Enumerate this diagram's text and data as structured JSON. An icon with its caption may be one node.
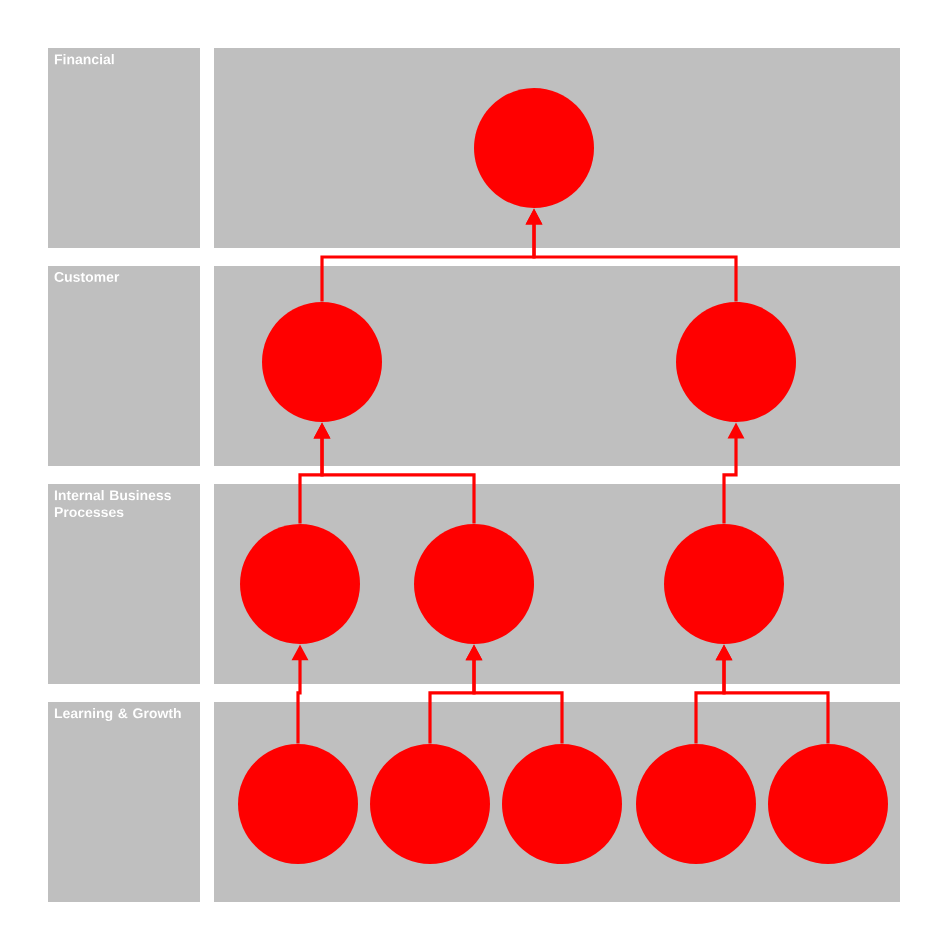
{
  "diagram": {
    "nodes": [
      {
        "text": [
          "Financial"
        ]
      },
      {
        "text": [],
        "shape": "box"
      },
      {
        "text": [],
        "shape": "circle",
        "in": 1
      },
      {
        "text": [
          "Customer"
        ]
      },
      {
        "text": [],
        "shape": "box"
      },
      {
        "text": [],
        "shape": "circle",
        "in": 4
      },
      {
        "text": [],
        "shape": "circle",
        "in": 4
      },
      {
        "text": [
          "Internal Business Processes"
        ]
      },
      {
        "text": [],
        "shape": "box"
      },
      {
        "text": [],
        "shape": "circle",
        "in": 8
      },
      {
        "text": [],
        "shape": "circle",
        "in": 8
      },
      {
        "text": [],
        "shape": "circle",
        "in": 8
      },
      {
        "text": [
          "Learning & Growth"
        ]
      },
      {
        "text": [],
        "shape": "box"
      },
      {
        "text": [],
        "shape": "circle",
        "in": 13
      },
      {
        "text": [],
        "shape": "circle",
        "in": 13
      },
      {
        "text": [],
        "shape": "circle",
        "in": 13
      },
      {
        "text": [],
        "shape": "circle",
        "in": 13
      },
      {
        "text": [],
        "shape": "circle",
        "in": 13
      }
    ],
    "edges": [
      {
        "from": 5,
        "to": 2,
        "arrow": "to"
      },
      {
        "from": 6,
        "to": 2,
        "arrow": "to"
      },
      {
        "from": 9,
        "to": 5,
        "arrow": "to"
      },
      {
        "from": 10,
        "to": 5,
        "arrow": "to"
      },
      {
        "from": 11,
        "to": 6,
        "arrow": "to"
      },
      {
        "from": 14,
        "to": 9,
        "arrow": "to"
      },
      {
        "from": 15,
        "to": 10,
        "arrow": "to"
      },
      {
        "from": 16,
        "to": 10,
        "arrow": "to"
      },
      {
        "from": 17,
        "to": 11,
        "arrow": "to"
      },
      {
        "from": 18,
        "to": 11,
        "arrow": "to"
      }
    ]
  }
}
